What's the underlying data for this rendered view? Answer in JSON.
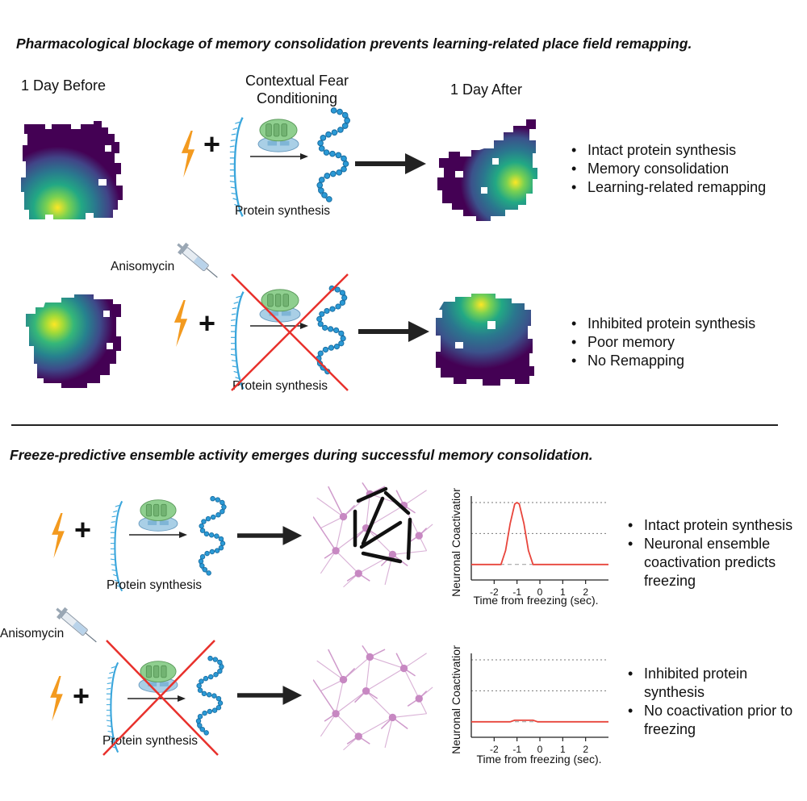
{
  "top": {
    "title": "Pharmacological blockage of memory consolidation prevents learning-related place field remapping.",
    "day_before": "1 Day Before",
    "cfc_line1": "Contextual Fear",
    "cfc_line2": "Conditioning",
    "day_after": "1 Day After",
    "row1": {
      "process_label": "Protein synthesis",
      "bullets": [
        "Intact protein synthesis",
        "Memory consolidation",
        "Learning-related remapping"
      ]
    },
    "row2": {
      "drug_label": "Anisomycin",
      "process_label": "Protein synthesis",
      "bullets": [
        "Inhibited protein synthesis",
        "Poor memory",
        "No Remapping"
      ]
    }
  },
  "bottom": {
    "title": "Freeze-predictive ensemble activity emerges during successful memory consolidation.",
    "row1": {
      "process_label": "Protein synthesis",
      "bullets": [
        "Intact protein synthesis",
        "Neuronal ensemble coactivation predicts freezing"
      ]
    },
    "row2": {
      "drug_label": "Anisomycin",
      "process_label": "Protein synthesis",
      "bullets": [
        "Inhibited protein synthesis",
        "No coactivation prior to freezing"
      ]
    }
  },
  "chart_data": [
    {
      "type": "line",
      "ylabel": "Neuronal Coactivation",
      "xlabel": "Time from freezing (sec).",
      "xticks": [
        "-2",
        "-1",
        "0",
        "1",
        "2"
      ],
      "xlim": [
        -3,
        3
      ],
      "ylim": [
        0,
        1
      ],
      "series": [
        {
          "x": [
            -3,
            -1.7,
            -1.5,
            -1.3,
            -1.1,
            -1.0,
            -0.9,
            -0.7,
            -0.5,
            -0.3,
            3
          ],
          "y": [
            0.2,
            0.2,
            0.38,
            0.73,
            0.98,
            1.0,
            0.98,
            0.73,
            0.38,
            0.2,
            0.2
          ],
          "color": "#e8453c"
        }
      ],
      "baseline": 0.2
    },
    {
      "type": "line",
      "ylabel": "Neuronal Coactivation",
      "xlabel": "Time from freezing (sec).",
      "xticks": [
        "-2",
        "-1",
        "0",
        "1",
        "2"
      ],
      "xlim": [
        -3,
        3
      ],
      "ylim": [
        0,
        1
      ],
      "series": [
        {
          "x": [
            -3,
            -1.3,
            -1.1,
            -0.3,
            -0.1,
            3
          ],
          "y": [
            0.2,
            0.2,
            0.22,
            0.22,
            0.2,
            0.2
          ],
          "color": "#e8453c"
        }
      ],
      "baseline": 0.2
    }
  ],
  "colors": {
    "bolt": "#f39a1f",
    "ribbon_mrna": "#3aa6dc",
    "protein_bead": "#2b9ad6",
    "cross": "#e8312c",
    "neuron": "#c788c2",
    "chart_line": "#e8453c",
    "heat_low": "#440154",
    "heat_high": "#fde725"
  }
}
